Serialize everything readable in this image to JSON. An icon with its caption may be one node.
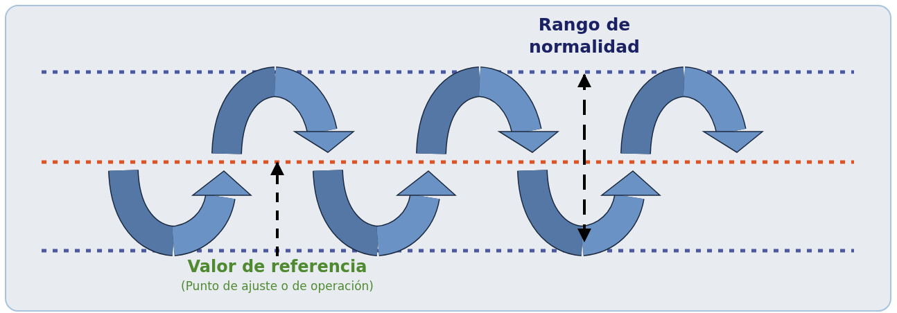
{
  "diagram": {
    "nodes": [
      {
        "text": [
          "Valor de referencia",
          "(Punto de ajuste o de operación)"
        ]
      },
      {
        "text": [],
        "shape": "line"
      }
    ],
    "edges": [
      {
        "from": 0,
        "to": 1,
        "arrow": "to",
        "style": "dashed"
      }
    ],
    "labels": [
      "Rango de normalidad"
    ]
  }
}
